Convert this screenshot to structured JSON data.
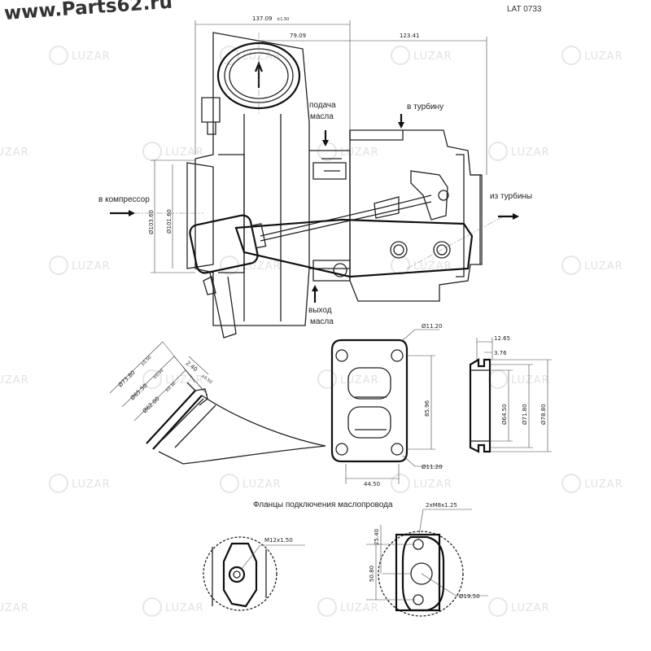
{
  "site": "www.Parts62.ru",
  "part_code": "LAT 0733",
  "watermark": "LUZAR",
  "labels": {
    "to_compressor": "в компрессор",
    "oil_supply": [
      "подача",
      "масла"
    ],
    "to_turbine": "в турбину",
    "from_turbine": "из турбины",
    "oil_outlet": [
      "выход",
      "масла"
    ],
    "oil_flanges_title": "Фланцы подключения маслопровода"
  },
  "dimensions": {
    "overall_width": "137.09",
    "overall_width_tol": "±1.50",
    "inlet_offset": "79.09",
    "turbine_offset": "123.41",
    "d_inlet_outer": "Ø103.60",
    "d_inlet_inner": "Ø101.60",
    "hose_d1": "Ø73.80",
    "hose_d1_tol": "±0.50",
    "hose_d2": "Ø65.50",
    "hose_d2_tol": "±0.50",
    "hose_d3": "Ø62.00",
    "hose_d3_tol": "±0.30",
    "hose_wall": "2.40",
    "hose_wall_tol": "±0.50",
    "gasket_hole_top": "Ø11.20",
    "gasket_hole_bottom": "Ø11.20",
    "gasket_height": "85.96",
    "gasket_width": "44.50",
    "ring_width": "12.65",
    "ring_groove": "3.76",
    "ring_d1": "Ø64.50",
    "ring_d2": "Ø71.80",
    "ring_d3": "Ø78.80",
    "inlet_thread": "M12x1.50",
    "outlet_threads": "2xM8x1.25",
    "outlet_half_pitch": "25.40",
    "outlet_pitch": "50.80",
    "outlet_bore": "Ø19.50"
  }
}
